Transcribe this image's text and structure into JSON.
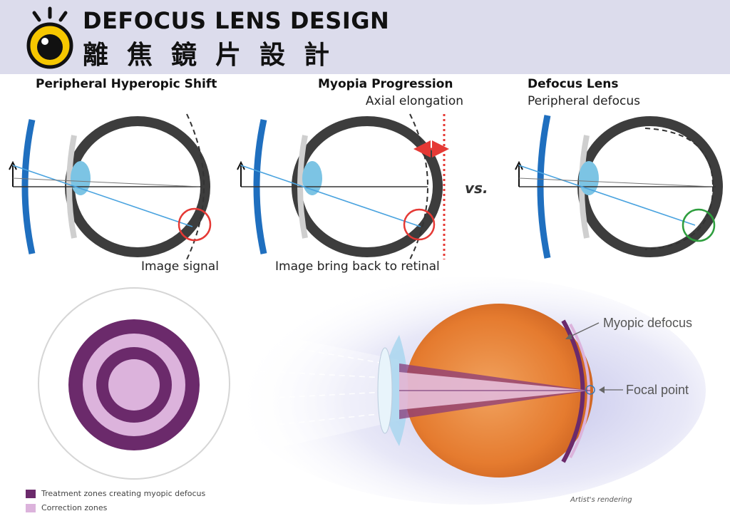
{
  "header": {
    "title_en": "DEFOCUS LENS DESIGN",
    "title_zh": "離焦鏡片設計"
  },
  "panels": {
    "left": {
      "title": "Peripheral Hyperopic Shift",
      "caption": "Image signal"
    },
    "middle": {
      "title": "Myopia Progression",
      "subtitle": "Axial elongation",
      "caption": "Image bring back to retinal"
    },
    "vs": "vs.",
    "right": {
      "title": "Defocus Lens",
      "subtitle": "Peripheral defocus"
    }
  },
  "bottom": {
    "legend": [
      {
        "label": "Treatment zones creating myopic defocus",
        "color": "#6b2a6b"
      },
      {
        "label": "Correction zones",
        "color": "#dcb3dc"
      }
    ],
    "annotations": {
      "myopic": "Myopic defocus",
      "focal": "Focal point"
    },
    "note": "Artist's rendering"
  },
  "colors": {
    "lens_blue": "#1f6fbf",
    "eye_lens": "#7cc4e4",
    "ray": "#4aa3df",
    "red_circle": "#e53935",
    "green_circle": "#2e9e3e",
    "arrow_red": "#e53935",
    "lens_dark": "#6b2a6b",
    "lens_light": "#dcb3dc",
    "eyeball_orange": "#e87a2e",
    "header_bg": "#dcdcec"
  }
}
